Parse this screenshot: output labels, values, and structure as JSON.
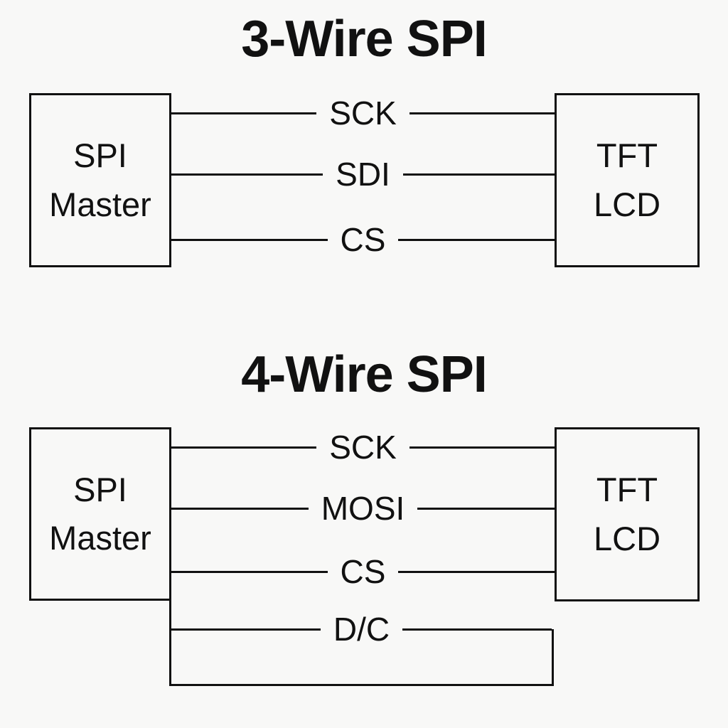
{
  "page": {
    "background_color": "#f8f8f7",
    "line_color": "#111111"
  },
  "diagrams": [
    {
      "title": "3-Wire SPI",
      "left_box": {
        "line1": "SPI",
        "line2": "Master"
      },
      "right_box": {
        "line1": "TFT",
        "line2": "LCD"
      },
      "wires": [
        {
          "label": "SCK"
        },
        {
          "label": "SDI"
        },
        {
          "label": "CS"
        }
      ]
    },
    {
      "title": "4-Wire SPI",
      "left_box": {
        "line1": "SPI",
        "line2": "Master"
      },
      "right_box": {
        "line1": "TFT",
        "line2": "LCD"
      },
      "wires": [
        {
          "label": "SCK"
        },
        {
          "label": "MOSI"
        },
        {
          "label": "CS"
        },
        {
          "label": "D/C"
        }
      ]
    }
  ]
}
